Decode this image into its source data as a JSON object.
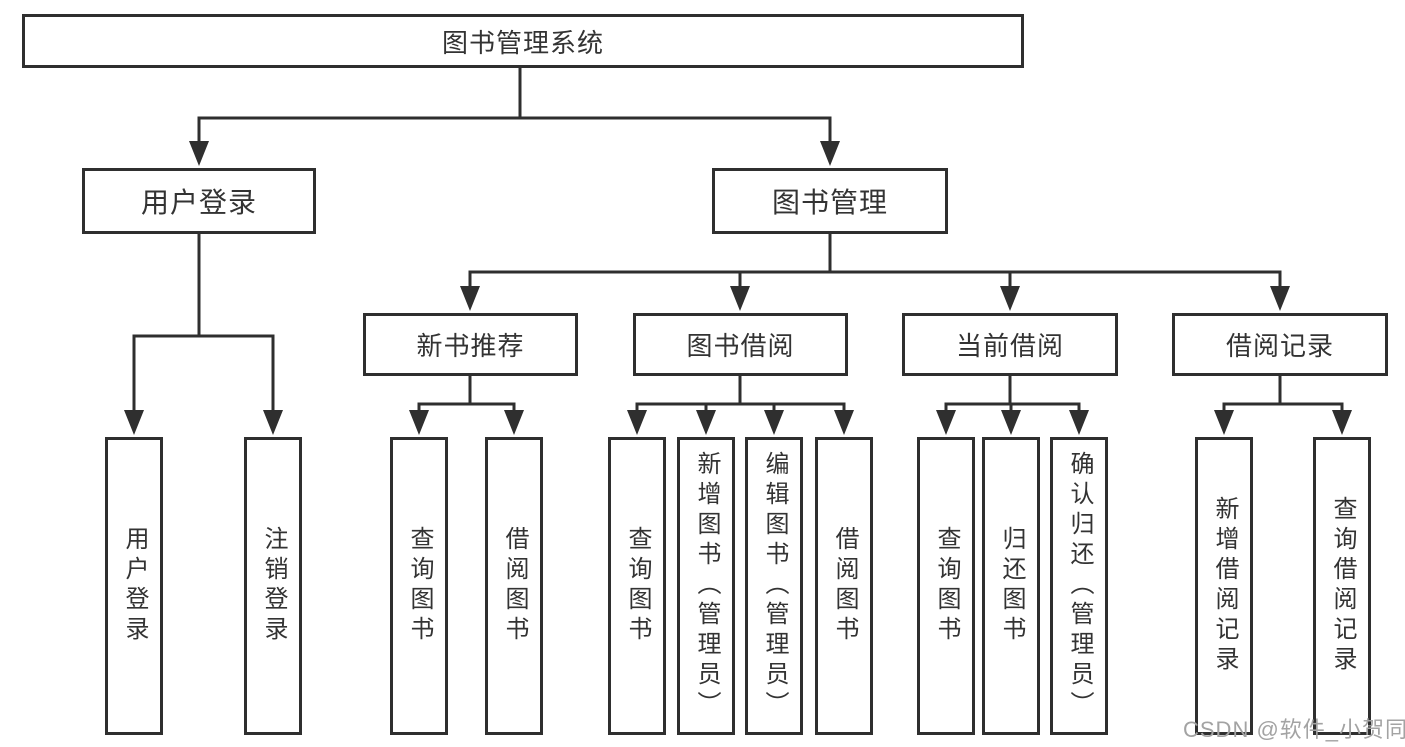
{
  "tree": {
    "root": "图书管理系统",
    "branches": [
      {
        "label": "用户登录",
        "children": [
          "用户登录",
          "注销登录"
        ]
      },
      {
        "label": "图书管理",
        "children": [
          {
            "label": "新书推荐",
            "children": [
              "查询图书",
              "借阅图书"
            ]
          },
          {
            "label": "图书借阅",
            "children": [
              "查询图书",
              "新增图书（管理员）",
              "编辑图书（管理员）",
              "借阅图书"
            ]
          },
          {
            "label": "当前借阅",
            "children": [
              "查询图书",
              "归还图书",
              "确认归还（管理员）"
            ]
          },
          {
            "label": "借阅记录",
            "children": [
              "新增借阅记录",
              "查询借阅记录"
            ]
          }
        ]
      }
    ]
  },
  "watermark": {
    "text": "CSDN @软件_小贺同学"
  },
  "colors": {
    "line": "#2f2f2f",
    "text": "#333333",
    "watermark": "#a3a3a3",
    "background": "#ffffff"
  }
}
